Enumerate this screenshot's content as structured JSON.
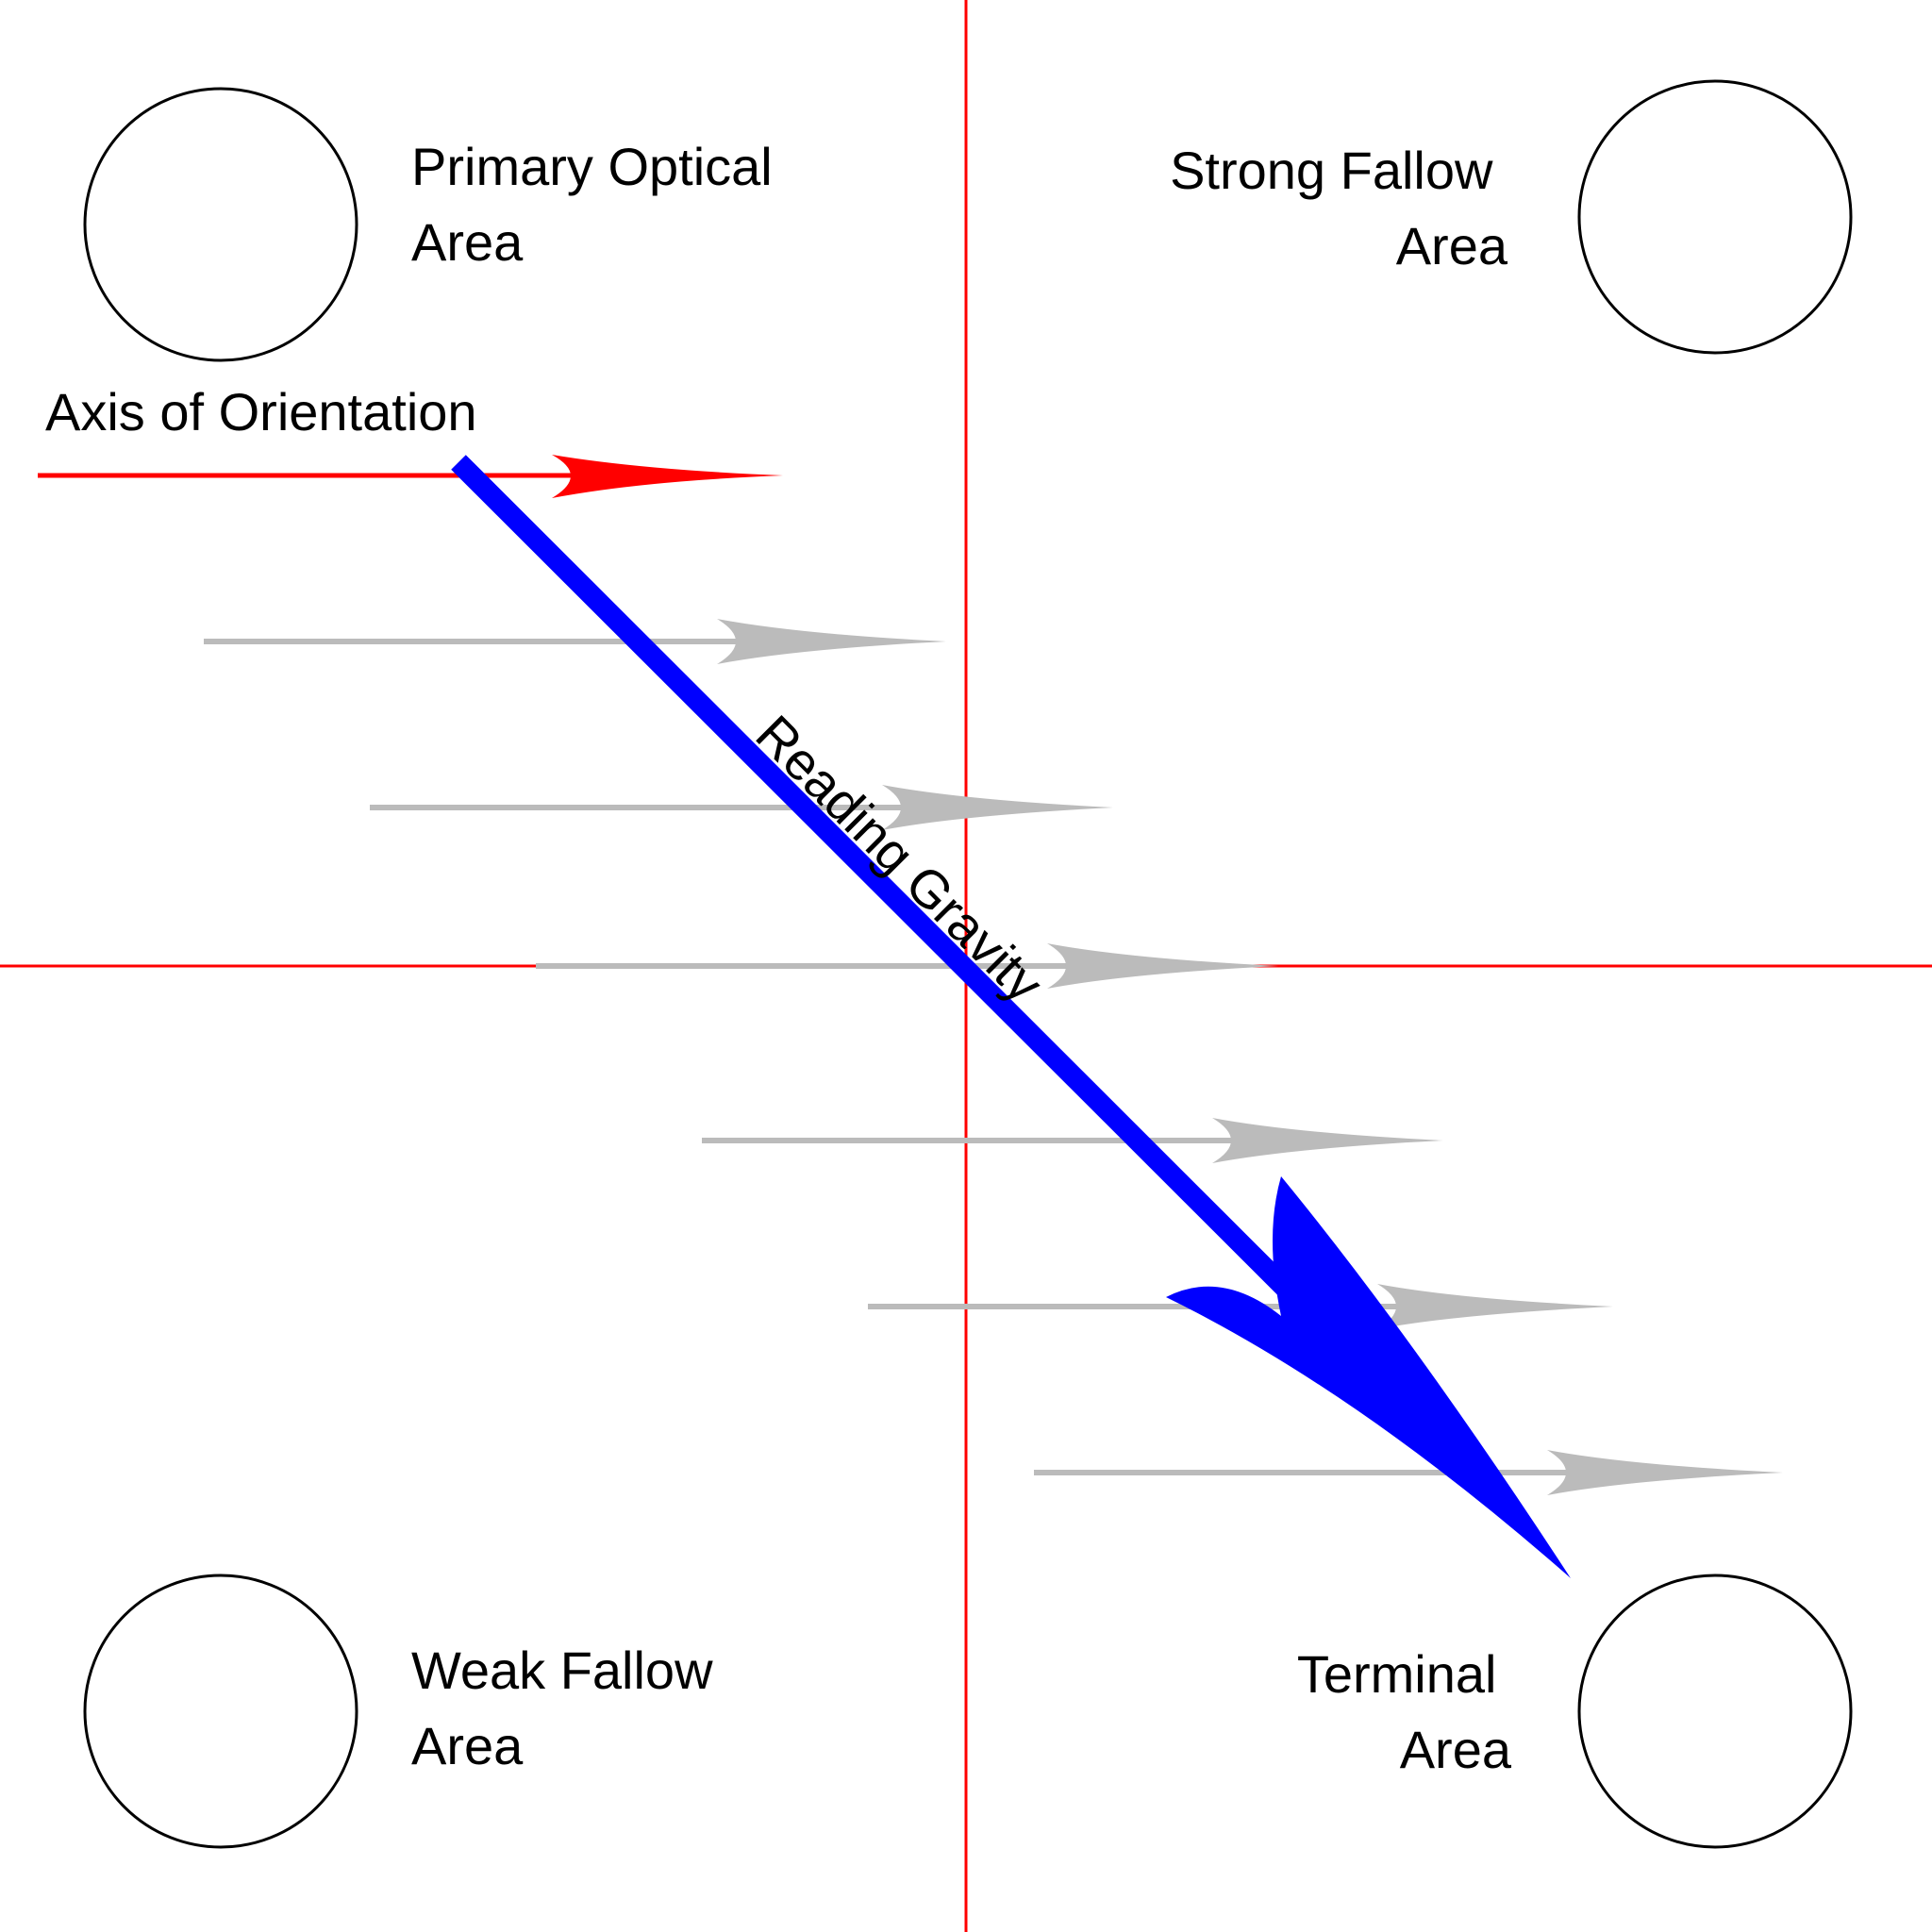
{
  "colors": {
    "background": "#ffffff",
    "quadrant_lines": "#ff0000",
    "axis_of_orientation": "#ff0000",
    "reading_gravity": "#0000ff",
    "scan_lines": "#bbbbbb",
    "circles": "#000000",
    "text": "#000000"
  },
  "areas": {
    "top_left": {
      "line1": "Primary Optical",
      "line2": "Area"
    },
    "top_right": {
      "line1": "Strong Fallow",
      "line2": "Area"
    },
    "bottom_left": {
      "line1": "Weak Fallow",
      "line2": "Area"
    },
    "bottom_right": {
      "line1": "Terminal",
      "line2": "Area"
    }
  },
  "axis_label": "Axis of Orientation",
  "gravity_label": "Reading Gravity"
}
